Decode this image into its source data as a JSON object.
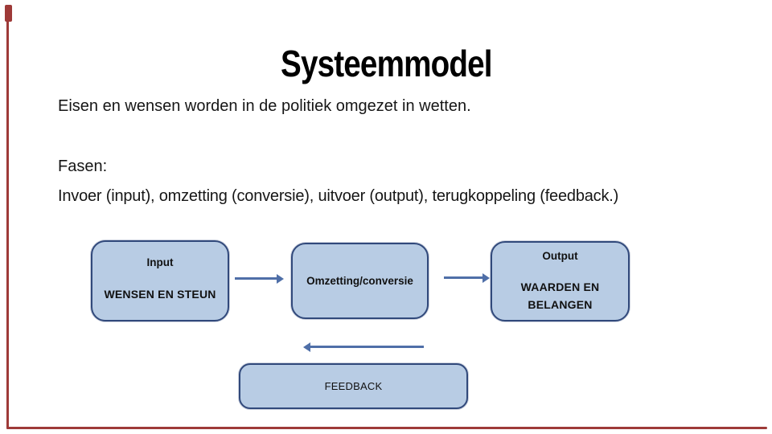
{
  "slide": {
    "title": "Systeemmodel",
    "intro": "Eisen en wensen worden in de politiek omgezet in wetten.",
    "fasen_label": "Fasen:",
    "fasen_detail": "Invoer (input), omzetting (conversie), uitvoer (output), terugkoppeling (feedback.)"
  },
  "diagram": {
    "input_box": {
      "title": "Input",
      "subtitle": "WENSEN EN STEUN"
    },
    "conversion_box": {
      "title": "Omzetting/conversie"
    },
    "output_box": {
      "title": "Output",
      "subtitle_line1": "WAARDEN EN",
      "subtitle_line2": "BELANGEN"
    },
    "feedback_box": {
      "title": "FEEDBACK"
    },
    "arrows": [
      {
        "name": "input-to-conversion",
        "direction": "right"
      },
      {
        "name": "conversion-to-output",
        "direction": "right"
      },
      {
        "name": "feedback-return",
        "direction": "left"
      }
    ]
  },
  "colors": {
    "box_fill": "#b8cce4",
    "box_border": "#31497b",
    "arrow": "#4f6fa8",
    "frame_red": "#9e3a38",
    "text": "#161616"
  }
}
